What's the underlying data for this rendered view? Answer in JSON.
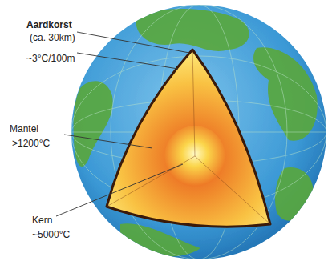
{
  "diagram": {
    "labels": [
      "Aardkorst",
      "(ca. 30km)",
      "~3°C/100m",
      "Mantel",
      ">1200°C",
      "Kern",
      "~5000°C"
    ]
  }
}
